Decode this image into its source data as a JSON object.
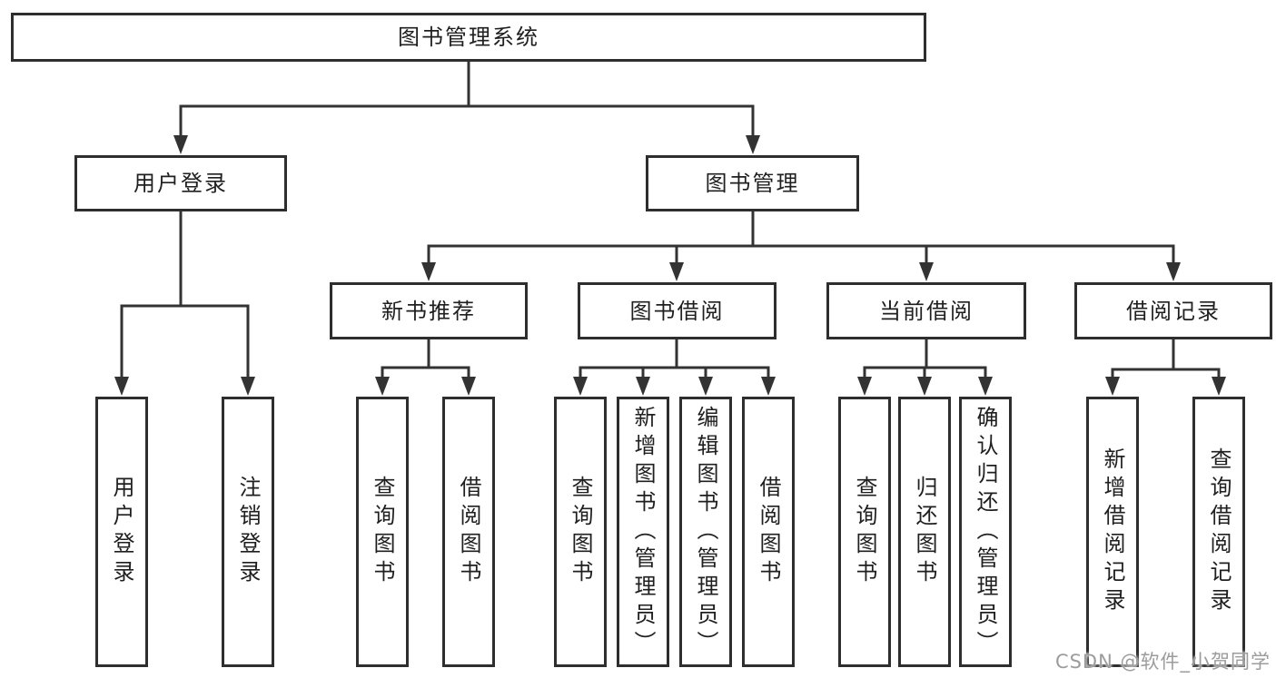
{
  "tree": {
    "root": {
      "label": "图书管理系统"
    },
    "level2": [
      {
        "label": "用户登录",
        "leaves": [
          "用户登录",
          "注销登录"
        ]
      },
      {
        "label": "图书管理",
        "children": [
          {
            "label": "新书推荐",
            "leaves": [
              "查询图书",
              "借阅图书"
            ]
          },
          {
            "label": "图书借阅",
            "leaves": [
              "查询图书",
              "新增图书（管理员）",
              "编辑图书（管理员）",
              "借阅图书"
            ]
          },
          {
            "label": "当前借阅",
            "leaves": [
              "查询图书",
              "归还图书",
              "确认归还（管理员）"
            ]
          },
          {
            "label": "借阅记录",
            "leaves": [
              "新增借阅记录",
              "查询借阅记录"
            ]
          }
        ]
      }
    ]
  },
  "watermark": {
    "text": "CSDN @软件_小贺同学"
  },
  "colors": {
    "line": "#333333",
    "box_border": "#2e2e2e",
    "text": "#1f1f1f",
    "watermark": "#9c9c9c",
    "background": "#ffffff"
  }
}
